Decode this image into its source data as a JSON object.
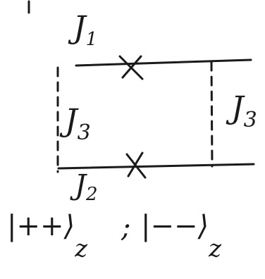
{
  "diagram": {
    "labels": {
      "top_coupling": "J",
      "top_coupling_sub": "1",
      "left_coupling": "J",
      "left_coupling_sub": "3",
      "right_coupling": "J",
      "right_coupling_sub": "3",
      "bottom_coupling": "J",
      "bottom_coupling_sub": "2"
    },
    "states": {
      "first": "|++⟩",
      "first_sub": "z",
      "separator": ";",
      "second": "|−−⟩",
      "second_sub": "z"
    }
  }
}
